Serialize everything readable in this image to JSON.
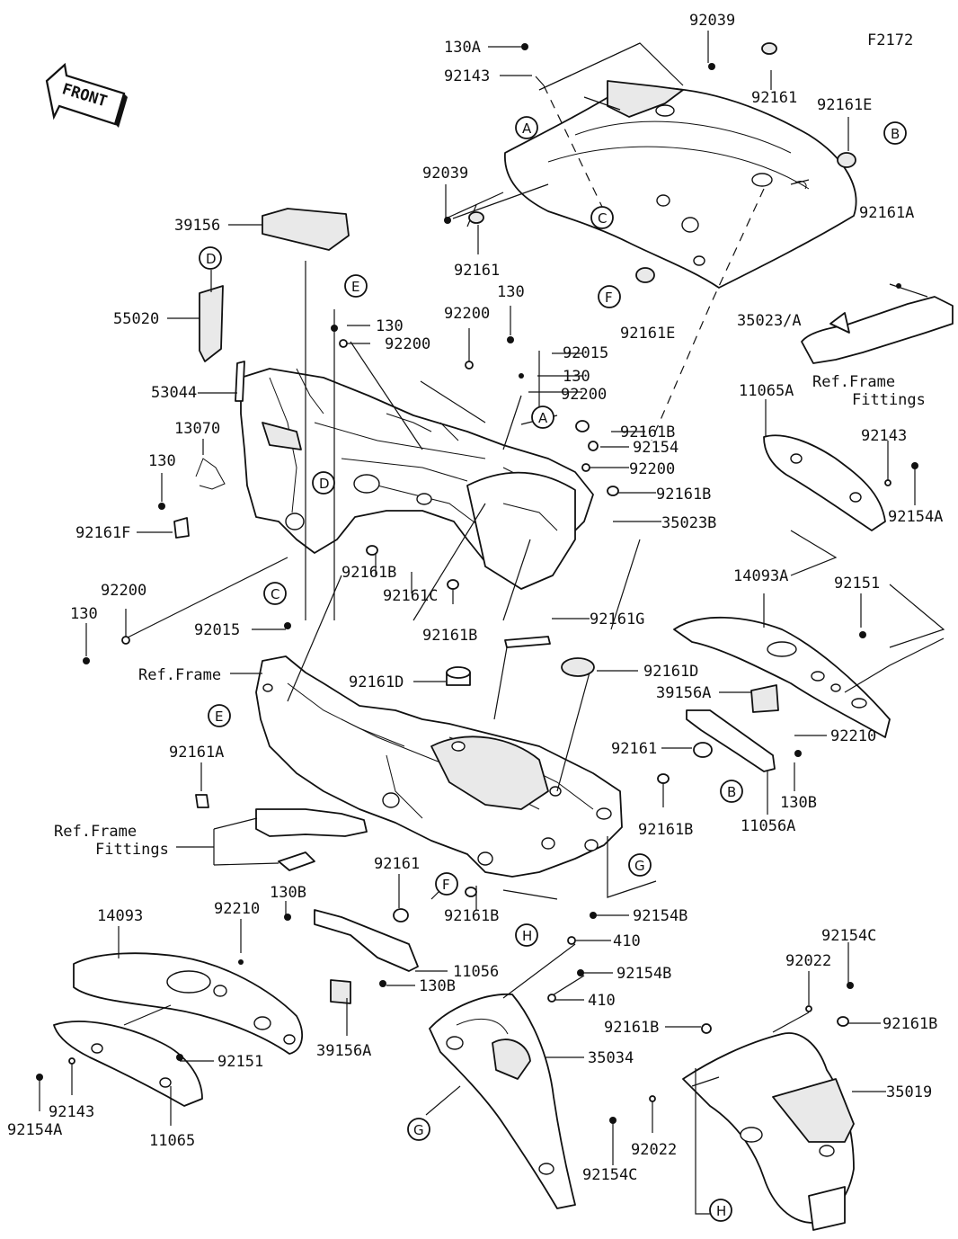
{
  "figure_code": "F2172",
  "front_label": "FRONT",
  "callout_letters": {
    "A": "A",
    "B": "B",
    "C": "C",
    "D": "D",
    "E": "E",
    "F": "F",
    "G": "G",
    "H": "H"
  },
  "reference_labels": {
    "ref_frame": "Ref.Frame",
    "ref_frame_fittings_1": "Ref.Frame",
    "ref_frame_fittings_2": "Fittings"
  },
  "part_numbers": {
    "p130A": "130A",
    "p92143_top": "92143",
    "p92039_top": "92039",
    "p92161_top": "92161",
    "p92161E_top": "92161E",
    "p92039_left": "92039",
    "p92161_mid": "92161",
    "p39156": "39156",
    "p55020": "55020",
    "p130_a": "130",
    "p92200_a": "92200",
    "p92200_b": "92200",
    "p130_b": "130",
    "p92015_a": "92015",
    "p130_c": "130",
    "p92200_c": "92200",
    "p92161E_b": "92161E",
    "p35023A": "35023/A",
    "p92161A_top": "92161A",
    "p53044": "53044",
    "p13070": "13070",
    "p130_d": "130",
    "p92161F": "92161F",
    "p92161B_a": "92161B",
    "p92154": "92154",
    "p92200_d": "92200",
    "p92161B_b": "92161B",
    "p35023B": "35023B",
    "p11065A": "11065A",
    "p92143_r": "92143",
    "p92154A_r": "92154A",
    "p92200_e": "92200",
    "p130_e": "130",
    "p92015_b": "92015",
    "p92161B_c": "92161B",
    "p92161C": "92161C",
    "p92161B_d": "92161B",
    "p92161G": "92161G",
    "p14093A": "14093A",
    "p92151_r": "92151",
    "p92161D_a": "92161D",
    "p92161D_b": "92161D",
    "p39156A_r": "39156A",
    "p92210_r": "92210",
    "p92161_r": "92161",
    "p130B_r": "130B",
    "p11056A": "11056A",
    "p92161A_l": "92161A",
    "p92161B_e": "92161B",
    "p92161_l": "92161",
    "p130B_l": "130B",
    "p14093": "14093",
    "p92210_l": "92210",
    "p11056": "11056",
    "p130B_l2": "130B",
    "p92161B_f": "92161B",
    "p92154B_a": "92154B",
    "p410_a": "410",
    "p92154B_b": "92154B",
    "p410_b": "410",
    "p92151_l": "92151",
    "p39156A_l": "39156A",
    "p92143_l": "92143",
    "p92154A_l": "92154A",
    "p11065": "11065",
    "p35034": "35034",
    "p92154C_a": "92154C",
    "p92022_a": "92022",
    "p92161B_g": "92161B",
    "p92161B_h": "92161B",
    "p35019": "35019",
    "p92022_b": "92022",
    "p92154C_b": "92154C"
  }
}
